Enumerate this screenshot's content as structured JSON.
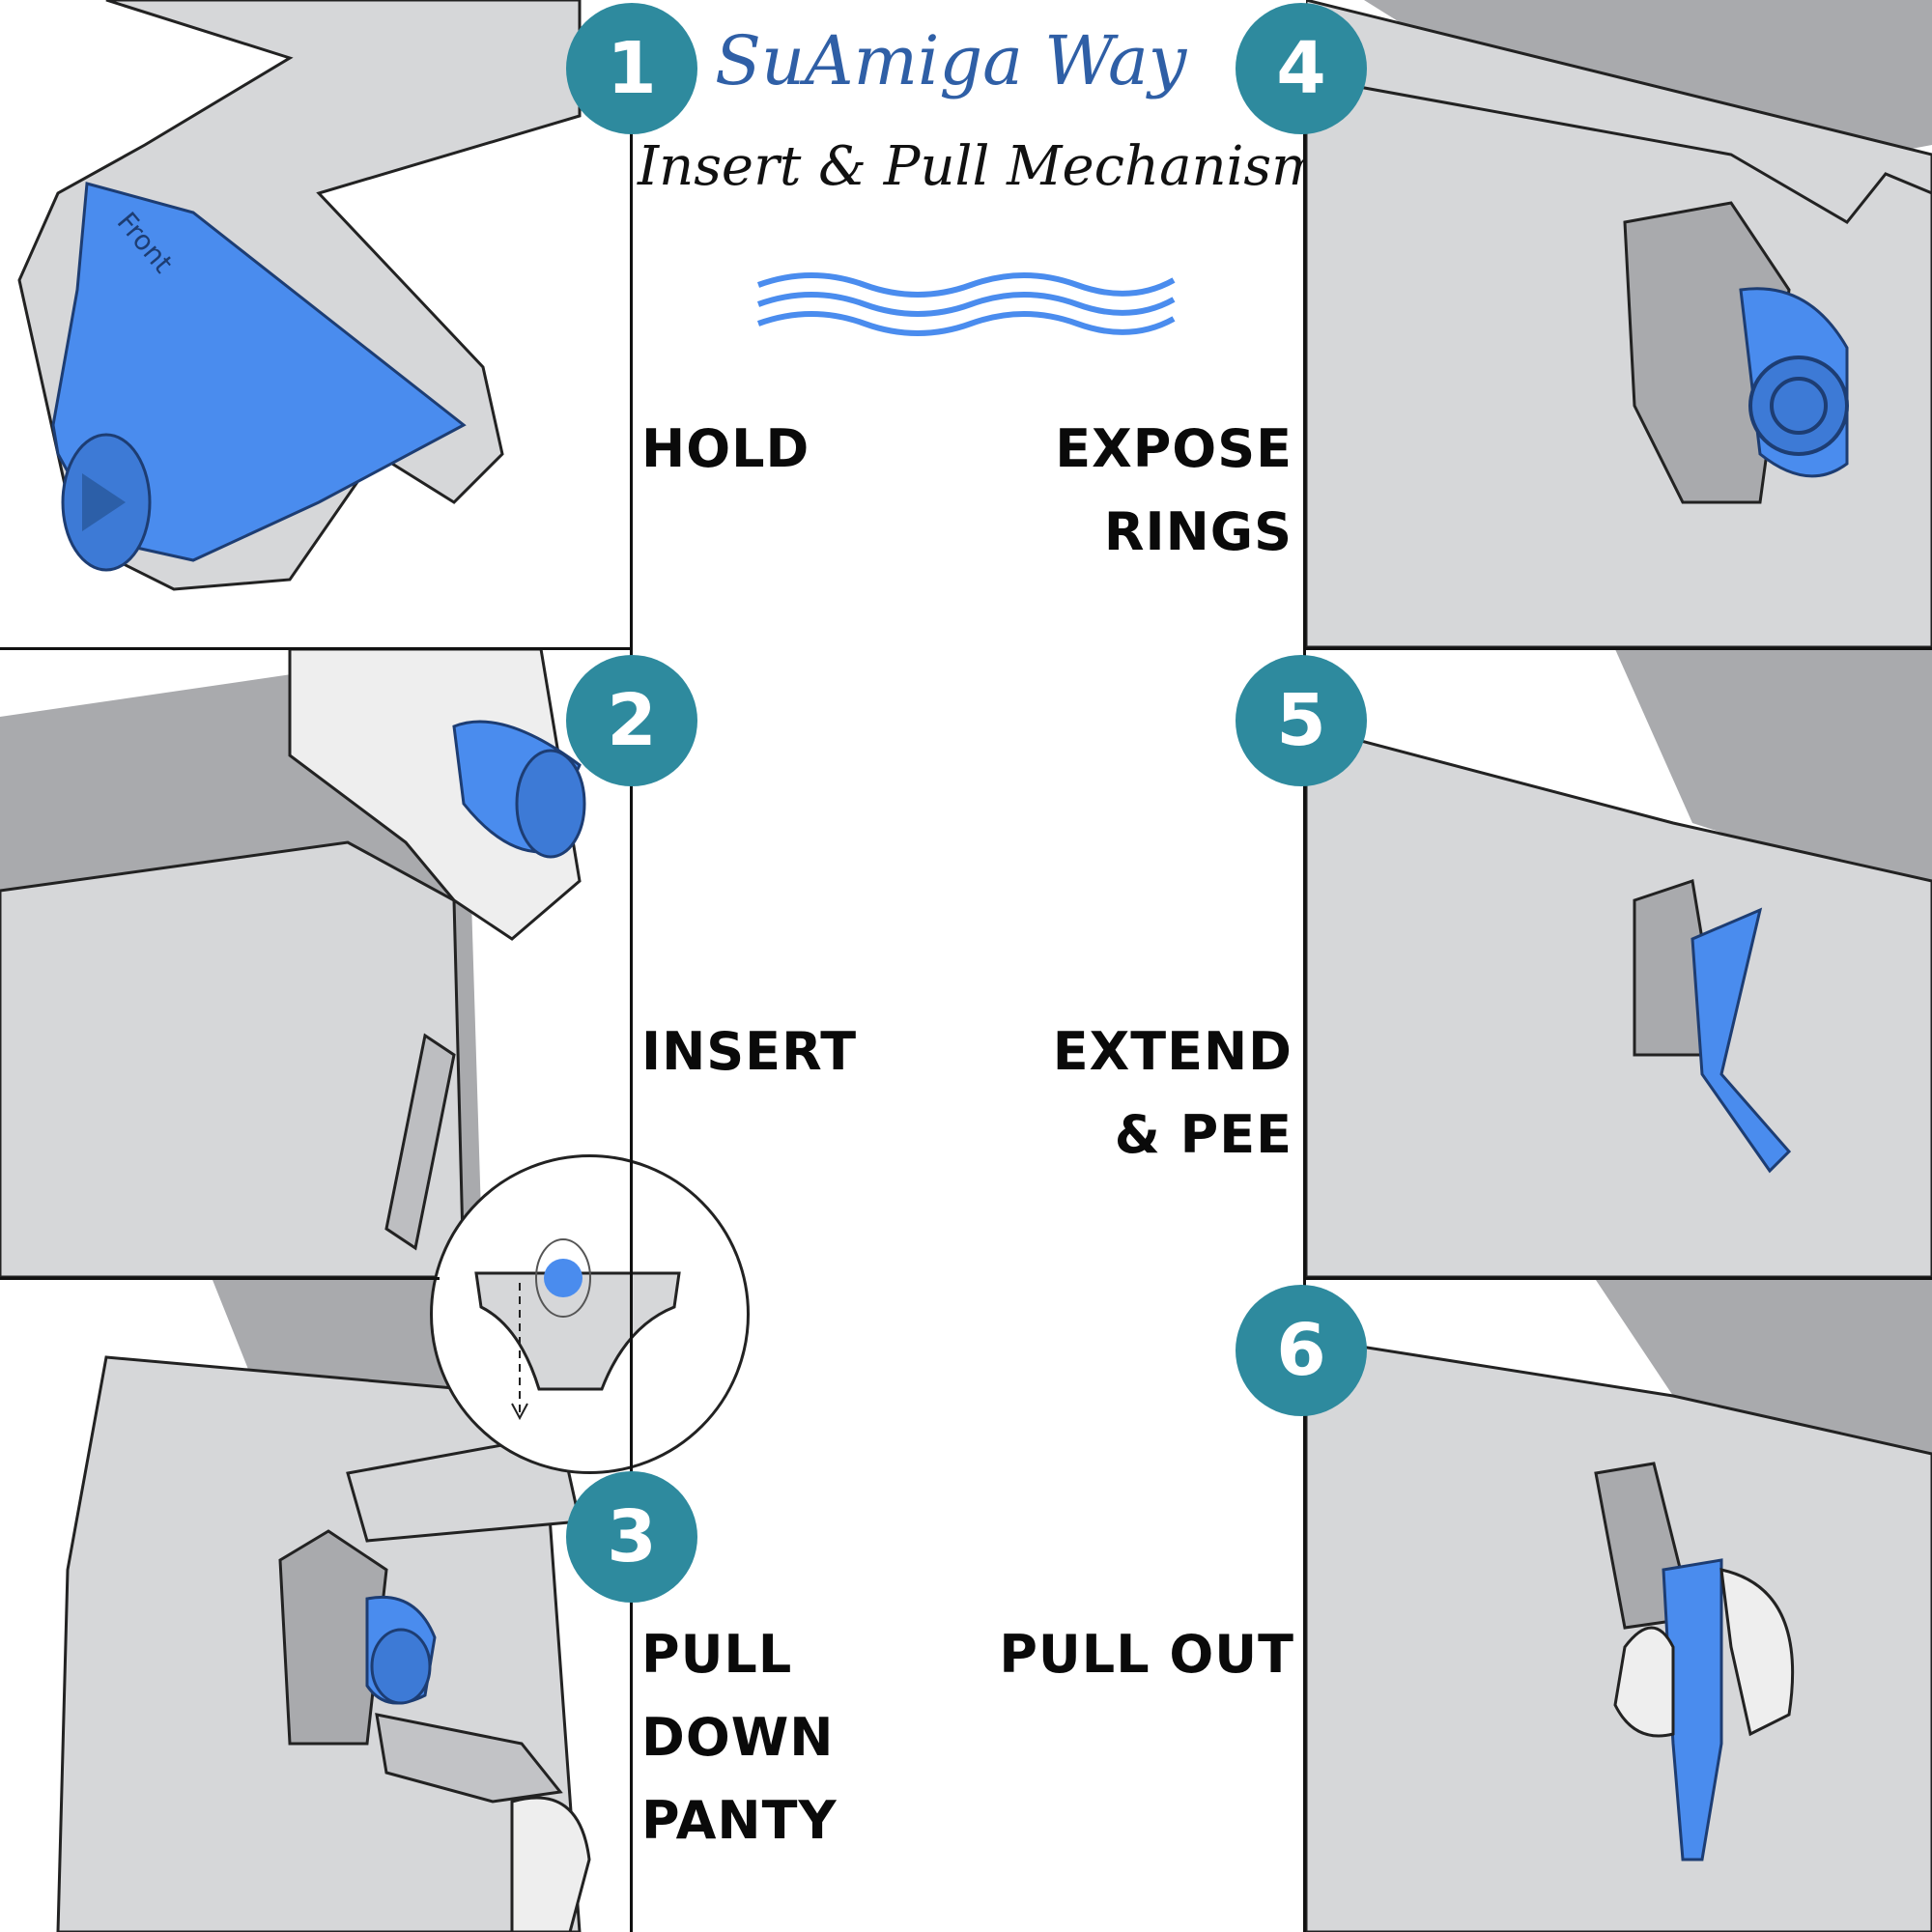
{
  "header": {
    "brand": "SuAmiga Way",
    "subtitle": "Insert & Pull Mechanism"
  },
  "colors": {
    "accent_blue": "#4a8cee",
    "badge_teal": "#2e8a9e",
    "skin_gray": "#d6d7d9",
    "cloth_gray": "#a9aaad",
    "title_blue": "#2f5fa6"
  },
  "steps": [
    {
      "number": "1",
      "lines": [
        "HOLD"
      ]
    },
    {
      "number": "2",
      "lines": [
        "INSERT"
      ]
    },
    {
      "number": "3",
      "lines": [
        "PULL",
        "DOWN",
        "PANTY"
      ]
    },
    {
      "number": "4",
      "lines": [
        "EXPOSE",
        "RINGS"
      ]
    },
    {
      "number": "5",
      "lines": [
        "EXTEND",
        "& PEE"
      ]
    },
    {
      "number": "6",
      "lines": [
        "PULL OUT"
      ]
    }
  ],
  "icons": [
    "waves-decoration",
    "panty-diagram-icon",
    "down-arrow-icon"
  ]
}
